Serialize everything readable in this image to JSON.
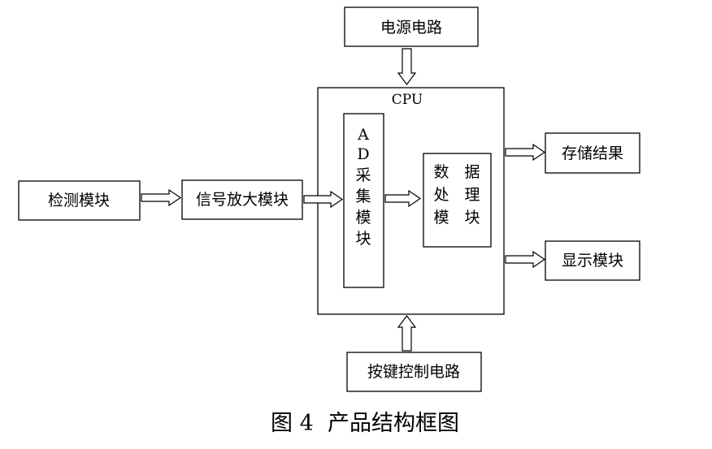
{
  "diagram": {
    "blocks": {
      "power": "电源电路",
      "cpu": "CPU",
      "ad_lines": [
        "A",
        "D",
        "采",
        "集",
        "模",
        "块"
      ],
      "proc_lines": [
        "数　据",
        "处　理",
        "模　块"
      ],
      "storage": "存储结果",
      "detect": "检测模块",
      "amp": "信号放大模块",
      "display": "显示模块",
      "keypad": "按键控制电路"
    },
    "caption": "图 4  产品结构框图"
  }
}
